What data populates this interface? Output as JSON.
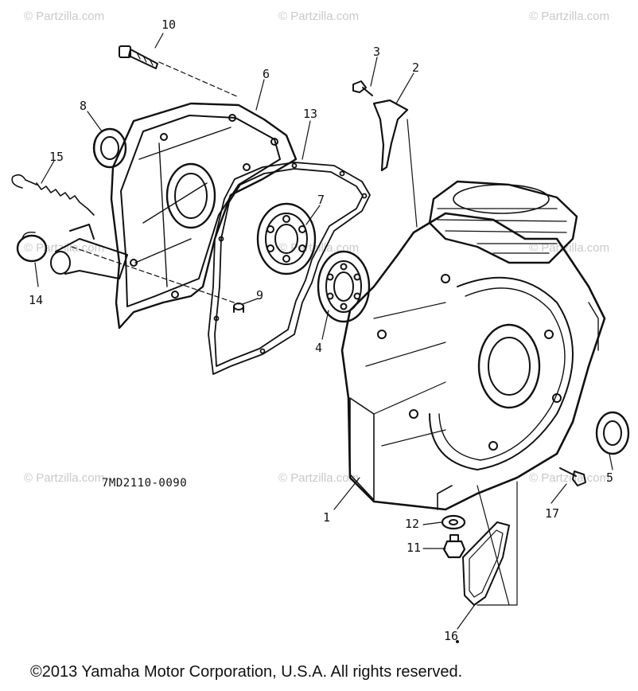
{
  "watermarks": [
    "© Partzilla.com",
    "© Partzilla.com",
    "© Partzilla.com",
    "© Partzilla.com",
    "© Partzilla.com",
    "© Partzilla.com",
    "© Partzilla.com",
    "© Partzilla.com",
    "© Partzilla.com"
  ],
  "callouts": [
    "10",
    "6",
    "3",
    "2",
    "8",
    "13",
    "15",
    "7",
    "14",
    "9",
    "4",
    "1",
    "12",
    "11",
    "17",
    "5",
    "16"
  ],
  "diagram_code": "7MD2110-0090",
  "copyright": "©2013 Yamaha Motor Corporation, U.S.A. All rights reserved."
}
